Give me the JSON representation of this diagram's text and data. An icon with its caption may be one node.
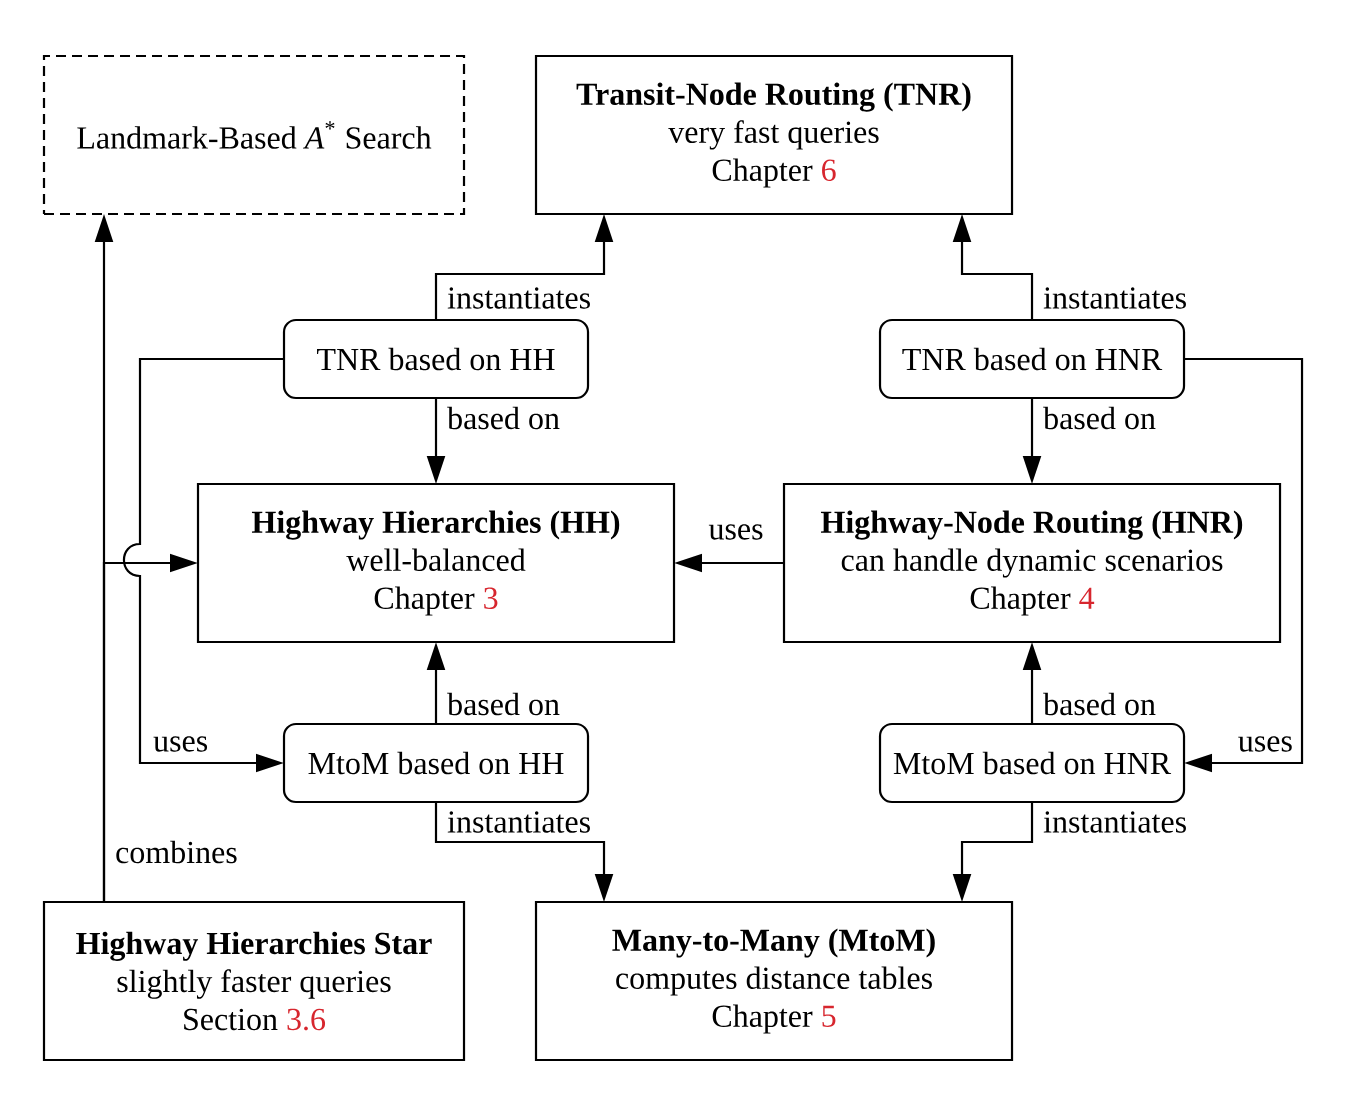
{
  "diagram": {
    "nodes": [
      {
        "text": [
          "Landmark-Based *A*$^{*}$ Search"
        ]
      },
      {
        "text": [
          "Transit-Node Routing (TNR)",
          "very fast queries",
          "Chapter",
          "6"
        ]
      },
      {
        "text": [
          "TNR based on HH"
        ]
      },
      {
        "text": [
          "TNR based on HNR"
        ]
      },
      {
        "text": [
          "Highway Hierarchies (HH)",
          "well-balanced",
          "Chapter",
          "3"
        ]
      },
      {
        "text": [
          "Highway-Node Routing (HNR)",
          "can handle dynamic scenarios",
          "Chapter",
          "4"
        ]
      },
      {
        "text": [
          "MtoM based on HH"
        ]
      },
      {
        "text": [
          "MtoM based on HNR"
        ]
      },
      {
        "text": [
          "Highway Hierarchies Star",
          "slightly faster queries",
          "Section",
          "3.6"
        ]
      },
      {
        "text": [
          "Many-to-Many (MtoM)",
          "computes distance tables",
          "Chapter",
          "5"
        ]
      }
    ],
    "edges": [
      {
        "from": 2,
        "to": 1,
        "arrow": "to",
        "label": "instantiates"
      },
      {
        "from": 2,
        "to": 4,
        "arrow": "to",
        "label": "based on"
      },
      {
        "from": 2,
        "to": 6,
        "arrow": "to",
        "label": "uses"
      },
      {
        "from": 3,
        "to": 1,
        "arrow": "to",
        "label": "instantiates"
      },
      {
        "from": 3,
        "to": 5,
        "arrow": "to",
        "label": "based on"
      },
      {
        "from": 3,
        "to": 7,
        "arrow": "to",
        "label": "uses"
      },
      {
        "from": 5,
        "to": 4,
        "arrow": "to",
        "label": "uses"
      },
      {
        "from": 6,
        "to": 4,
        "arrow": "to",
        "label": "based on"
      },
      {
        "from": 7,
        "to": 5,
        "arrow": "to",
        "label": "based on"
      },
      {
        "from": 6,
        "to": 9,
        "arrow": "to",
        "label": "instantiates"
      },
      {
        "from": 7,
        "to": 9,
        "arrow": "to",
        "label": "instantiates"
      },
      {
        "from": 8,
        "to": 0,
        "arrow": "to",
        "label": "combines"
      },
      {
        "from": 8,
        "to": 4,
        "arrow": "to"
      }
    ]
  }
}
